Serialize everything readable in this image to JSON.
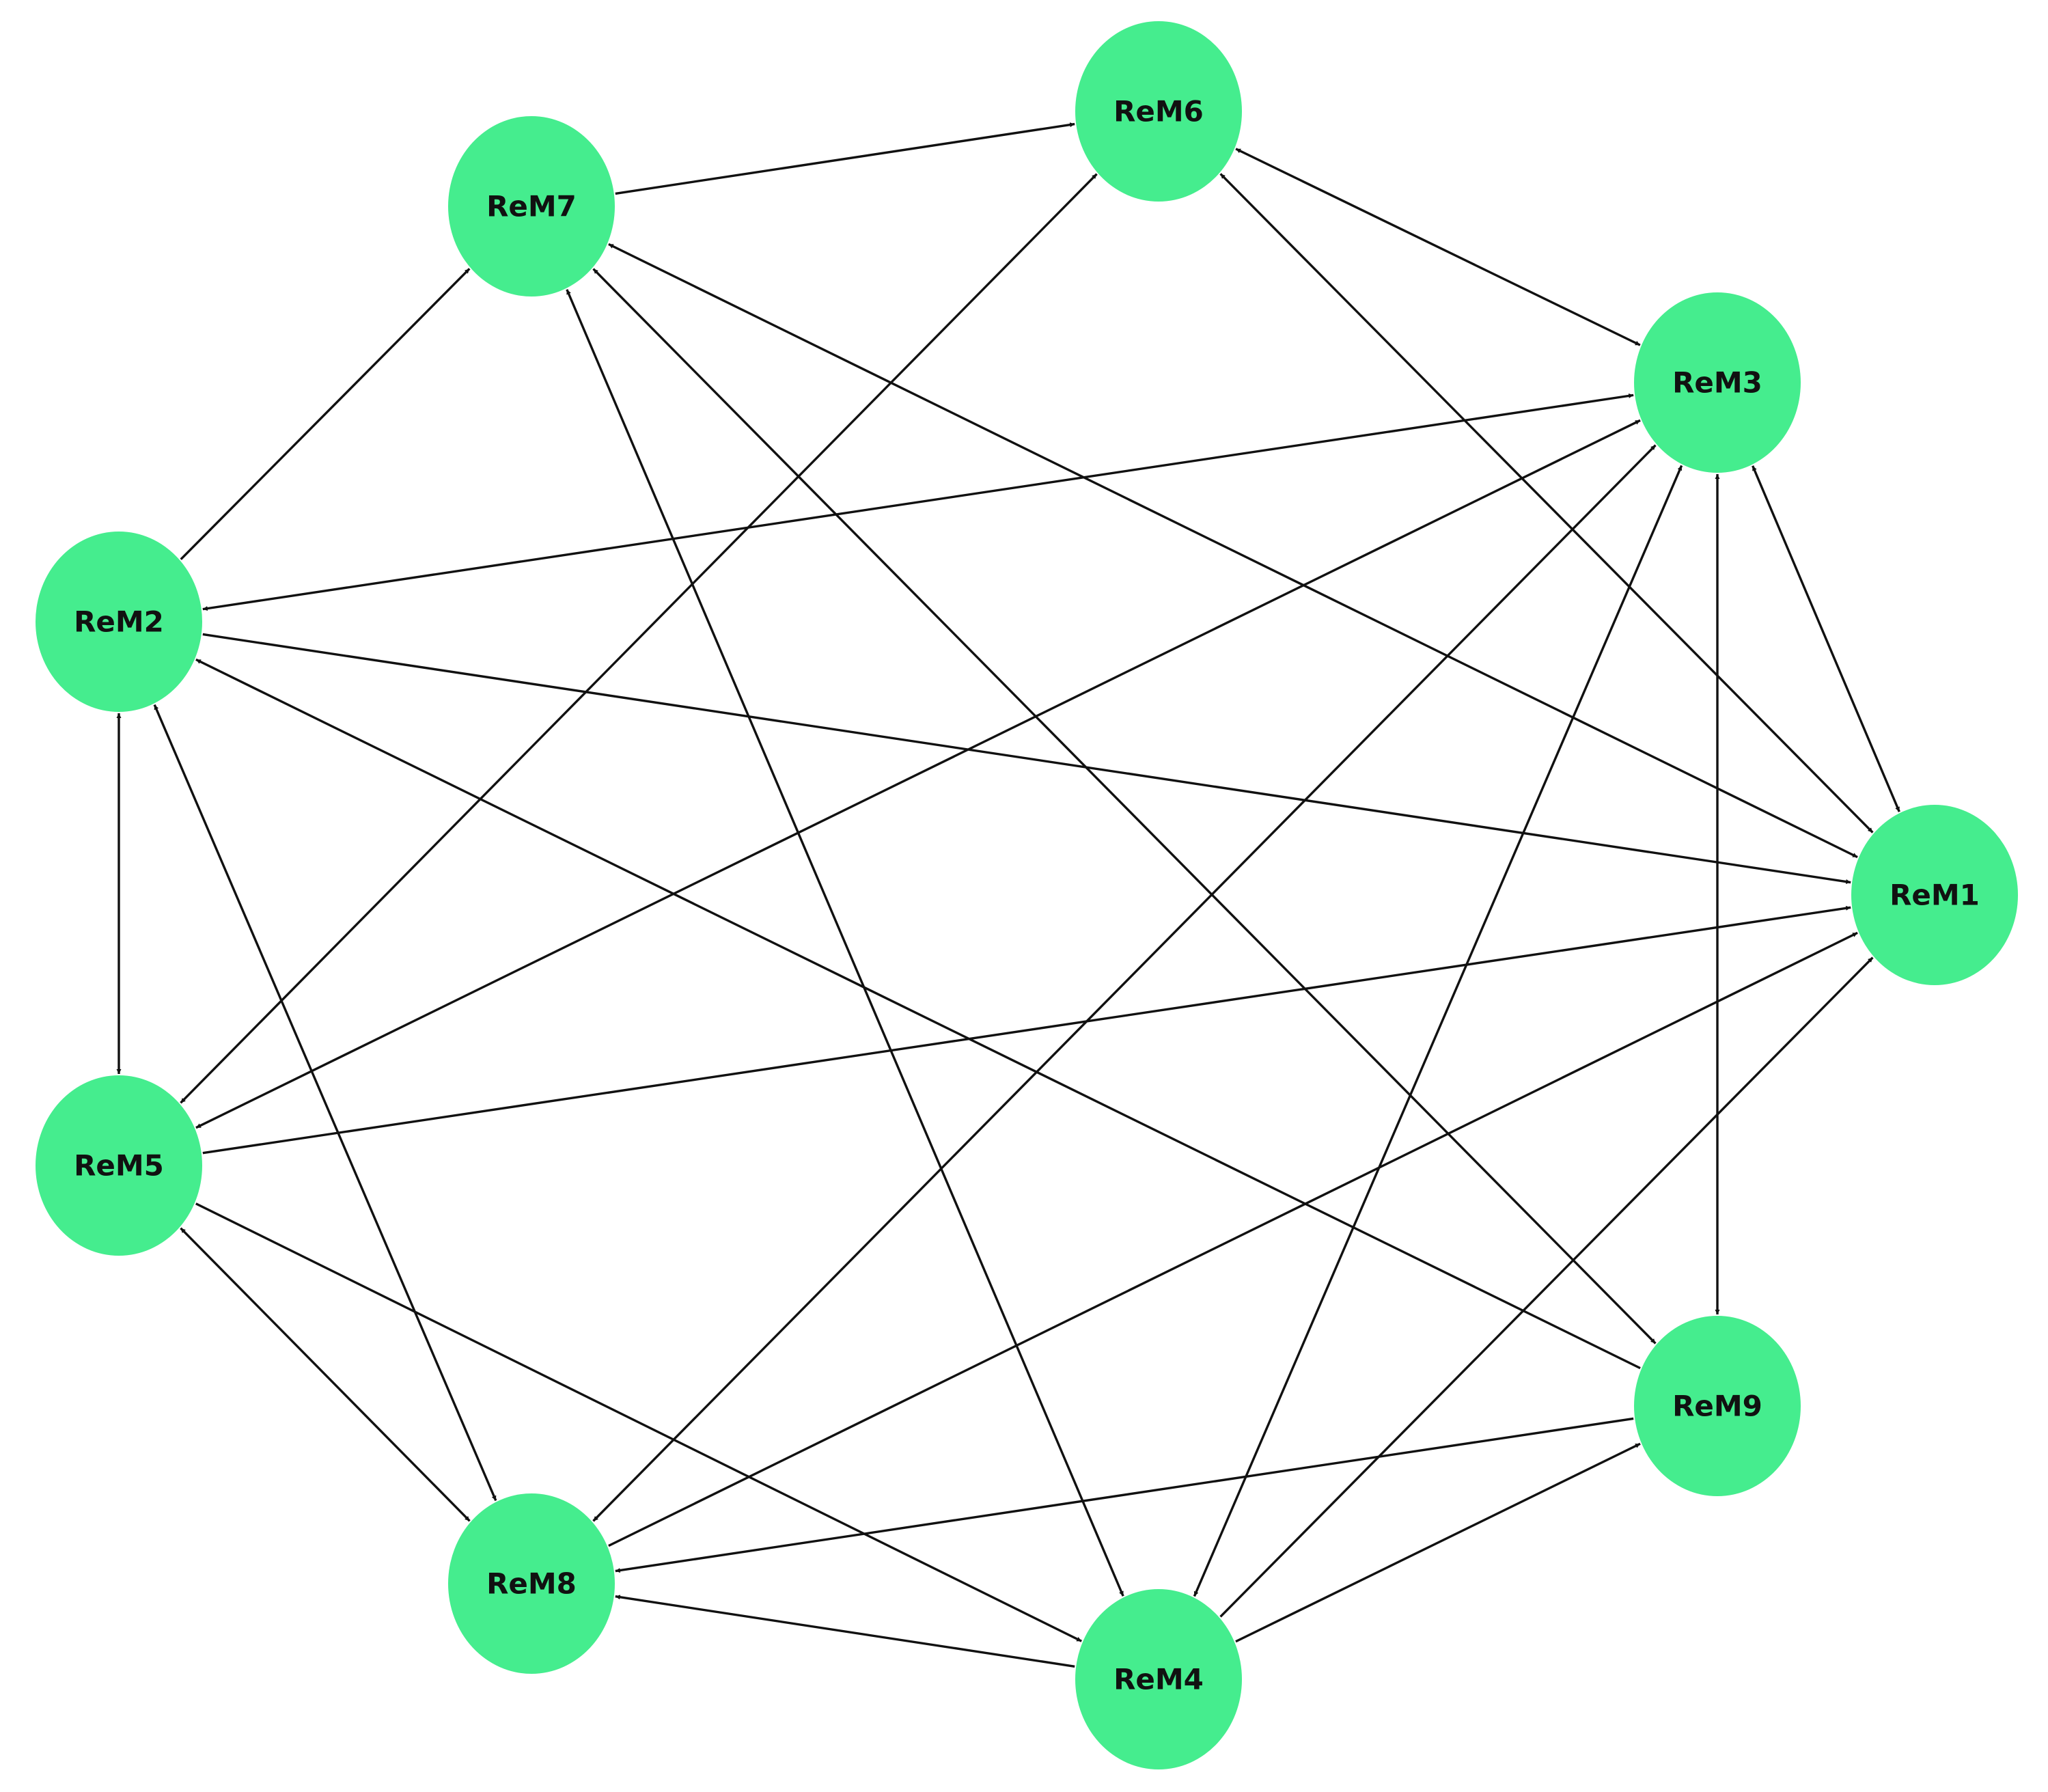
{
  "graph": {
    "node_color": "#45ED8E",
    "edge_color": "#111111",
    "nodes": [
      {
        "id": "ReM1",
        "label": "ReM1"
      },
      {
        "id": "ReM2",
        "label": "ReM2"
      },
      {
        "id": "ReM3",
        "label": "ReM3"
      },
      {
        "id": "ReM4",
        "label": "ReM4"
      },
      {
        "id": "ReM5",
        "label": "ReM5"
      },
      {
        "id": "ReM6",
        "label": "ReM6"
      },
      {
        "id": "ReM7",
        "label": "ReM7"
      },
      {
        "id": "ReM8",
        "label": "ReM8"
      },
      {
        "id": "ReM9",
        "label": "ReM9"
      }
    ],
    "edges": [
      {
        "source": "ReM7",
        "target": "ReM6",
        "direction": "forward"
      },
      {
        "source": "ReM6",
        "target": "ReM3",
        "direction": "both"
      },
      {
        "source": "ReM6",
        "target": "ReM1",
        "direction": "both"
      },
      {
        "source": "ReM6",
        "target": "ReM5",
        "direction": "both"
      },
      {
        "source": "ReM2",
        "target": "ReM7",
        "direction": "forward"
      },
      {
        "source": "ReM7",
        "target": "ReM1",
        "direction": "both"
      },
      {
        "source": "ReM7",
        "target": "ReM4",
        "direction": "both"
      },
      {
        "source": "ReM7",
        "target": "ReM9",
        "direction": "both"
      },
      {
        "source": "ReM3",
        "target": "ReM2",
        "direction": "both"
      },
      {
        "source": "ReM3",
        "target": "ReM5",
        "direction": "both"
      },
      {
        "source": "ReM3",
        "target": "ReM8",
        "direction": "both"
      },
      {
        "source": "ReM3",
        "target": "ReM4",
        "direction": "both"
      },
      {
        "source": "ReM3",
        "target": "ReM9",
        "direction": "both"
      },
      {
        "source": "ReM3",
        "target": "ReM1",
        "direction": "both"
      },
      {
        "source": "ReM2",
        "target": "ReM1",
        "direction": "forward"
      },
      {
        "source": "ReM2",
        "target": "ReM5",
        "direction": "both"
      },
      {
        "source": "ReM2",
        "target": "ReM8",
        "direction": "both"
      },
      {
        "source": "ReM9",
        "target": "ReM2",
        "direction": "forward"
      },
      {
        "source": "ReM5",
        "target": "ReM1",
        "direction": "forward"
      },
      {
        "source": "ReM5",
        "target": "ReM8",
        "direction": "both"
      },
      {
        "source": "ReM5",
        "target": "ReM4",
        "direction": "forward"
      },
      {
        "source": "ReM8",
        "target": "ReM1",
        "direction": "forward"
      },
      {
        "source": "ReM9",
        "target": "ReM8",
        "direction": "forward"
      },
      {
        "source": "ReM4",
        "target": "ReM8",
        "direction": "forward"
      },
      {
        "source": "ReM4",
        "target": "ReM9",
        "direction": "forward"
      },
      {
        "source": "ReM4",
        "target": "ReM1",
        "direction": "forward"
      }
    ]
  }
}
